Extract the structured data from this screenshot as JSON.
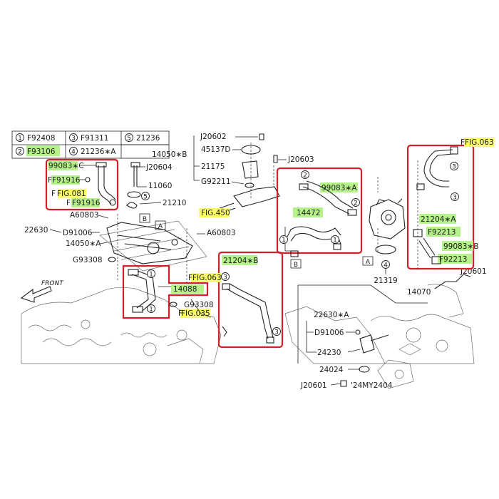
{
  "legend": [
    {
      "num": "1",
      "code": "F92408"
    },
    {
      "num": "2",
      "code": "F93106"
    },
    {
      "num": "3",
      "code": "F91311"
    },
    {
      "num": "4",
      "code": "21236∗A"
    },
    {
      "num": "5",
      "code": "21236"
    }
  ],
  "labels": {
    "j20602": "J20602",
    "p45137d": "45137D",
    "p14050b": "14050∗B",
    "j20603": "J20603",
    "j20604": "J20604",
    "p21175": "21175",
    "p11060": "11060",
    "g92211": "G92211",
    "p21210": "21210",
    "fig450": "FIG.450",
    "p22630": "22630",
    "d91006": "D91006",
    "a60803_l": "A60803",
    "a60803_m": "A60803",
    "p14050a": "14050∗A",
    "g93308_l": "G93308",
    "g93308_m": "G93308",
    "fig035": "FIG.035",
    "p21319": "21319",
    "p14070": "14070",
    "j20601_r": "J20601",
    "p22630a": "22630∗A",
    "d91006_b": "D91006",
    "p24230": "24230",
    "p24024": "24024",
    "j20601_b": "J20601",
    "my": "'24MY2404",
    "front": "FRONT",
    "box_a1": "A",
    "box_a2": "A",
    "box_b1": "B",
    "box_b2": "B",
    "ref1": "1",
    "ref2": "2",
    "ref3": "3",
    "ref5": "5"
  },
  "highlights": {
    "p99083c": "99083∗C",
    "f91916_top": "F91916",
    "fig081": "FIG.081",
    "f91916_bot": "F91916",
    "p14088": "14088",
    "fig063_mid": "FIG.063",
    "p21204b": "21204∗B",
    "p99083a": "99083∗A",
    "p14472": "14472",
    "fig063_right": "FIG.063",
    "p21204a": "21204∗A",
    "f92213_top": "F92213",
    "p99083b": "99083∗B",
    "f92213_bot": "F92213"
  },
  "colors": {
    "box_outline": "#d0212a",
    "part_highlight": "#b6f28a",
    "fig_highlight": "#fbff66"
  }
}
